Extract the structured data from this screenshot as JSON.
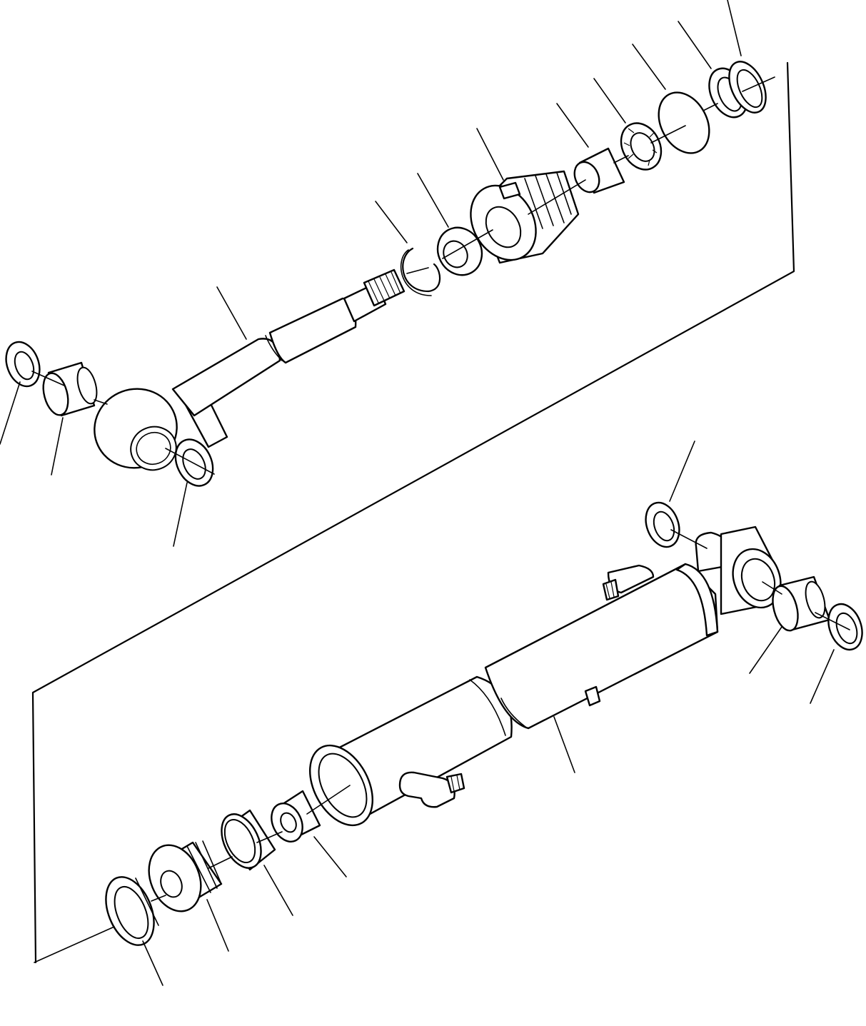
{
  "diagram": {
    "kind": "exploded-parts-view",
    "line_color": "#000000",
    "background": "#ffffff",
    "assemblies": [
      "piston-rod-assembly",
      "cylinder-tube-assembly"
    ]
  }
}
